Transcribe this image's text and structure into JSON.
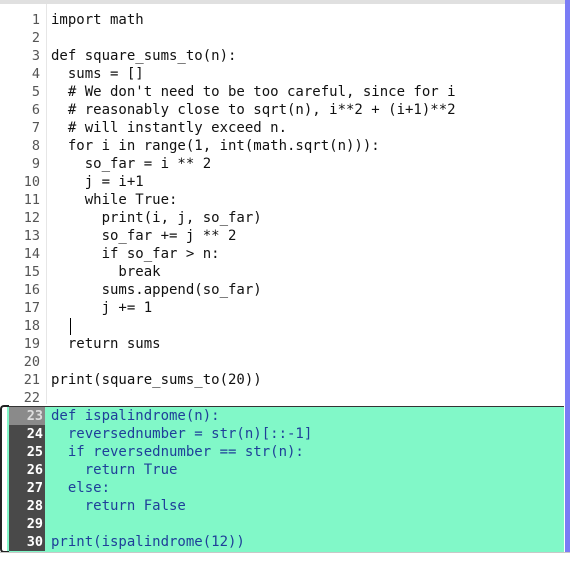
{
  "editor": {
    "lines": [
      {
        "num": "1",
        "code": "import math"
      },
      {
        "num": "2",
        "code": ""
      },
      {
        "num": "3",
        "code": "def square_sums_to(n):"
      },
      {
        "num": "4",
        "code": "  sums = []"
      },
      {
        "num": "5",
        "code": "  # We don't need to be too careful, since for i"
      },
      {
        "num": "6",
        "code": "  # reasonably close to sqrt(n), i**2 + (i+1)**2"
      },
      {
        "num": "7",
        "code": "  # will instantly exceed n."
      },
      {
        "num": "8",
        "code": "  for i in range(1, int(math.sqrt(n))):"
      },
      {
        "num": "9",
        "code": "    so_far = i ** 2"
      },
      {
        "num": "10",
        "code": "    j = i+1"
      },
      {
        "num": "11",
        "code": "    while True:"
      },
      {
        "num": "12",
        "code": "      print(i, j, so_far)"
      },
      {
        "num": "13",
        "code": "      so_far += j ** 2"
      },
      {
        "num": "14",
        "code": "      if so_far > n:"
      },
      {
        "num": "15",
        "code": "        break"
      },
      {
        "num": "16",
        "code": "      sums.append(so_far)"
      },
      {
        "num": "17",
        "code": "      j += 1"
      },
      {
        "num": "18",
        "code": ""
      },
      {
        "num": "19",
        "code": "  return sums"
      },
      {
        "num": "20",
        "code": ""
      },
      {
        "num": "21",
        "code": "print(square_sums_to(20))"
      },
      {
        "num": "22",
        "code": ""
      },
      {
        "num": "23",
        "code": "def ispalindrome(n):"
      },
      {
        "num": "24",
        "code": "  reversednumber = str(n)[::-1]"
      },
      {
        "num": "25",
        "code": "  if reversednumber == str(n):"
      },
      {
        "num": "26",
        "code": "    return True"
      },
      {
        "num": "27",
        "code": "  else:"
      },
      {
        "num": "28",
        "code": "    return False"
      },
      {
        "num": "29",
        "code": ""
      },
      {
        "num": "30",
        "code": "print(ispalindrome(12))"
      }
    ]
  },
  "colors": {
    "selection": "#81f8c8",
    "scrollbar": "#7a7cf5",
    "selected_gutter": "#494949"
  }
}
